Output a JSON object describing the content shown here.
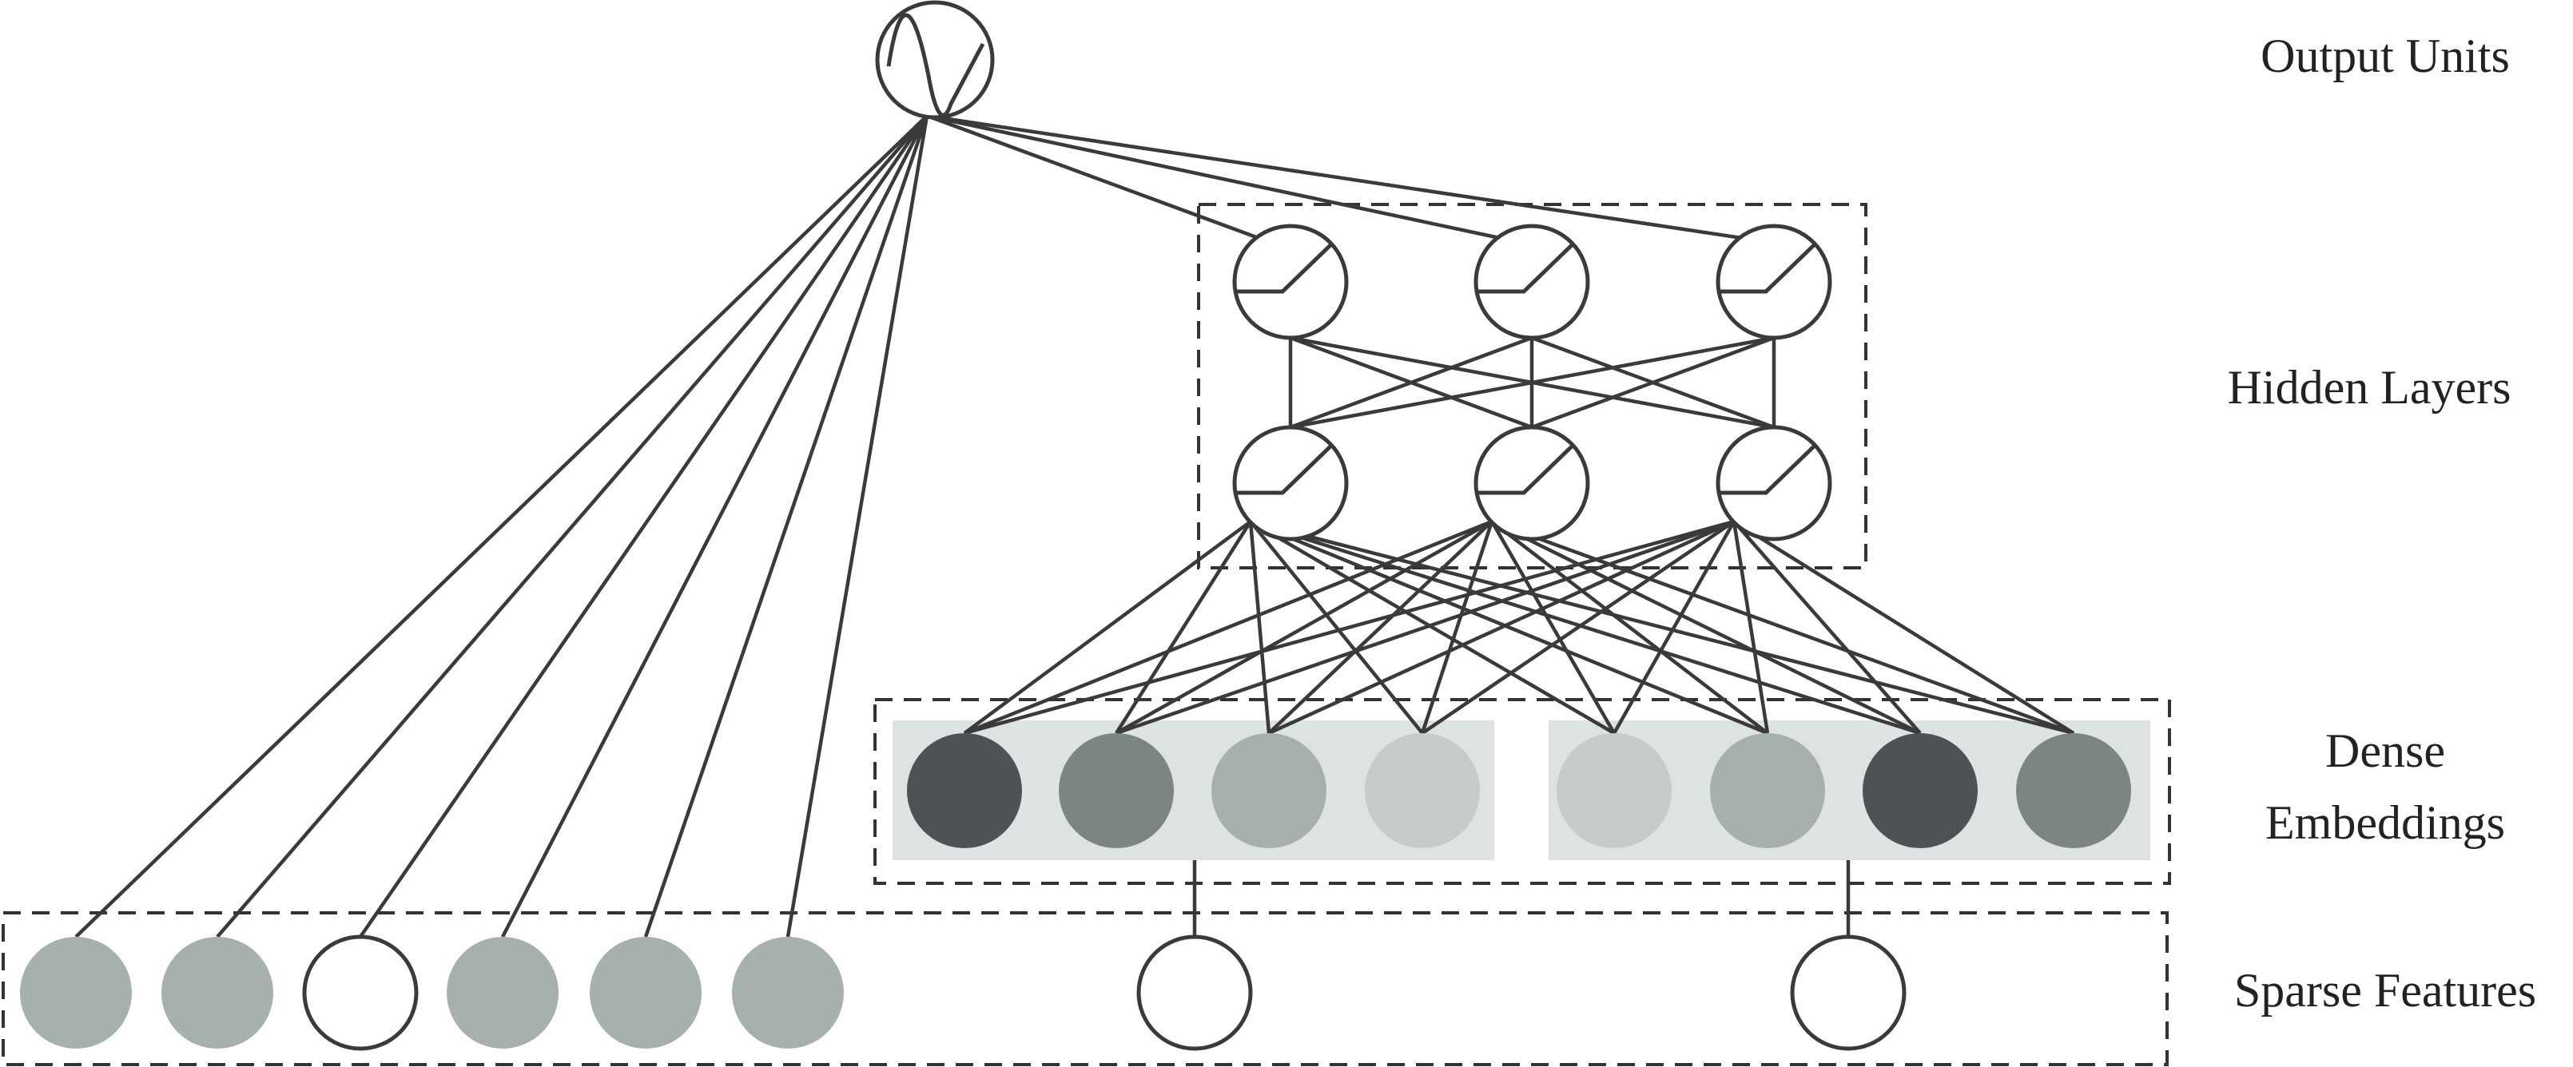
{
  "labels": {
    "output_units": "Output Units",
    "hidden_layers": "Hidden Layers",
    "dense_line1": "Dense",
    "dense_line2": "Embeddings",
    "sparse_features": "Sparse Features"
  },
  "colors": {
    "line": "#3a3a3a",
    "dashed_box": "#333333",
    "embedding_panel": "#dde2e2",
    "unit_fill": "#ffffff",
    "dark": "#4d5355",
    "medium": "#7a8584",
    "light": "#a6b0ae",
    "lightest": "#c5ccca",
    "sparse_filled": "#a6b0ae"
  },
  "nodes": {
    "output": {
      "activation": "sigmoid-icon"
    },
    "hidden_layer_1": [
      {
        "activation": "relu-icon"
      },
      {
        "activation": "relu-icon"
      },
      {
        "activation": "relu-icon"
      }
    ],
    "hidden_layer_2": [
      {
        "activation": "relu-icon"
      },
      {
        "activation": "relu-icon"
      },
      {
        "activation": "relu-icon"
      }
    ],
    "embedding_group_1": [
      "dark",
      "medium",
      "light",
      "lightest"
    ],
    "embedding_group_2": [
      "lightest",
      "light",
      "dark",
      "medium"
    ],
    "sparse_wide": [
      "filled",
      "filled",
      "empty",
      "filled",
      "filled",
      "filled"
    ],
    "sparse_deep": [
      "empty",
      "empty"
    ]
  }
}
